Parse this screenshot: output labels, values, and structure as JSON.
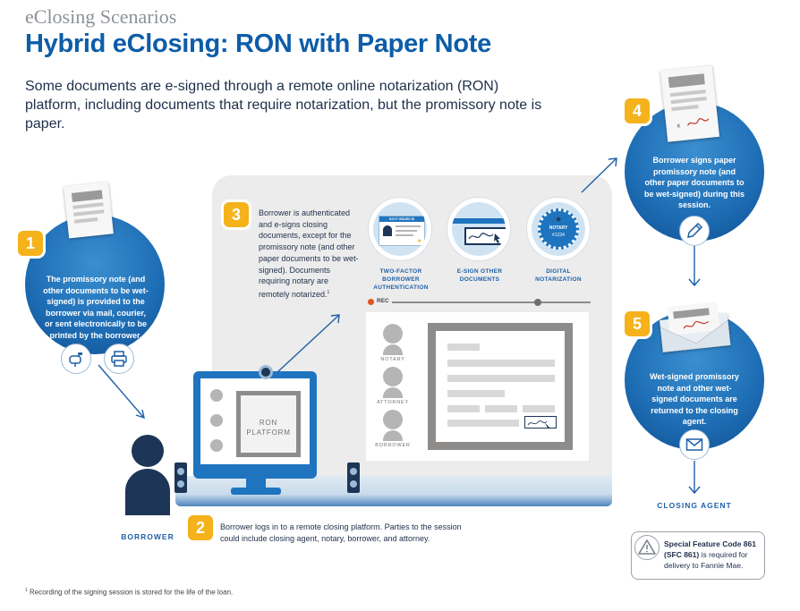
{
  "header": {
    "eyebrow": "eClosing Scenarios",
    "title": "Hybrid eClosing: RON with Paper Note",
    "subtitle": "Some documents are e-signed through a remote online notarization (RON) platform, including documents that require notarization, but the promissory note is paper."
  },
  "steps": [
    {
      "number": "1",
      "text": "The promissory note (and other documents to be wet-signed) is provided to the borrower via mail, courier, or sent electronically to be printed by the borrower.",
      "icons": [
        "mailbox-icon",
        "printer-icon"
      ]
    },
    {
      "number": "2",
      "text": "Borrower logs in to a remote closing platform. Parties to the session could include closing agent, notary, borrower, and attorney."
    },
    {
      "number": "3",
      "text": "Borrower is authenticated and e-signs closing documents, except for the promissory note (and other paper documents to be wet-signed). Documents requiring notary are remotely notarized.",
      "footnote_mark": "1"
    },
    {
      "number": "4",
      "text": "Borrower signs paper promissory note (and other paper documents to be wet-signed) during this session.",
      "icons": [
        "pen-icon"
      ]
    },
    {
      "number": "5",
      "text": "Wet-signed promissory note and other wet-signed documents are returned to the closing agent.",
      "icons": [
        "envelope-icon"
      ]
    }
  ],
  "features": [
    {
      "label_line1": "TWO-FACTOR BORROWER",
      "label_line2": "AUTHENTICATION",
      "card_text": "GOVT ISSUED ID",
      "icon": "id-card-icon"
    },
    {
      "label_line1": "E-SIGN OTHER",
      "label_line2": "DOCUMENTS",
      "icon": "esign-icon"
    },
    {
      "label_line1": "DIGITAL",
      "label_line2": "NOTARIZATION",
      "seal_line1": "NOTARY",
      "seal_line2": "#1234",
      "icon": "notary-seal-icon"
    }
  ],
  "platform": {
    "rec_label": "REC",
    "monitor_line1": "RON",
    "monitor_line2": "PLATFORM",
    "participants": [
      "NOTARY",
      "ATTORNEY",
      "BORROWER"
    ]
  },
  "labels": {
    "borrower": "BORROWER",
    "closing_agent": "CLOSING AGENT"
  },
  "note": {
    "bold": "Special Feature Code 861 (SFC 861)",
    "rest": " is required for delivery to Fannie Mae."
  },
  "footnote": {
    "mark": "1",
    "text": " Recording of the signing session is stored for the life of the loan."
  },
  "colors": {
    "brand_blue": "#0d5da8",
    "circle_blue": "#1f6fb6",
    "badge_yellow": "#f5b21b",
    "panel_gray": "#ececec"
  }
}
